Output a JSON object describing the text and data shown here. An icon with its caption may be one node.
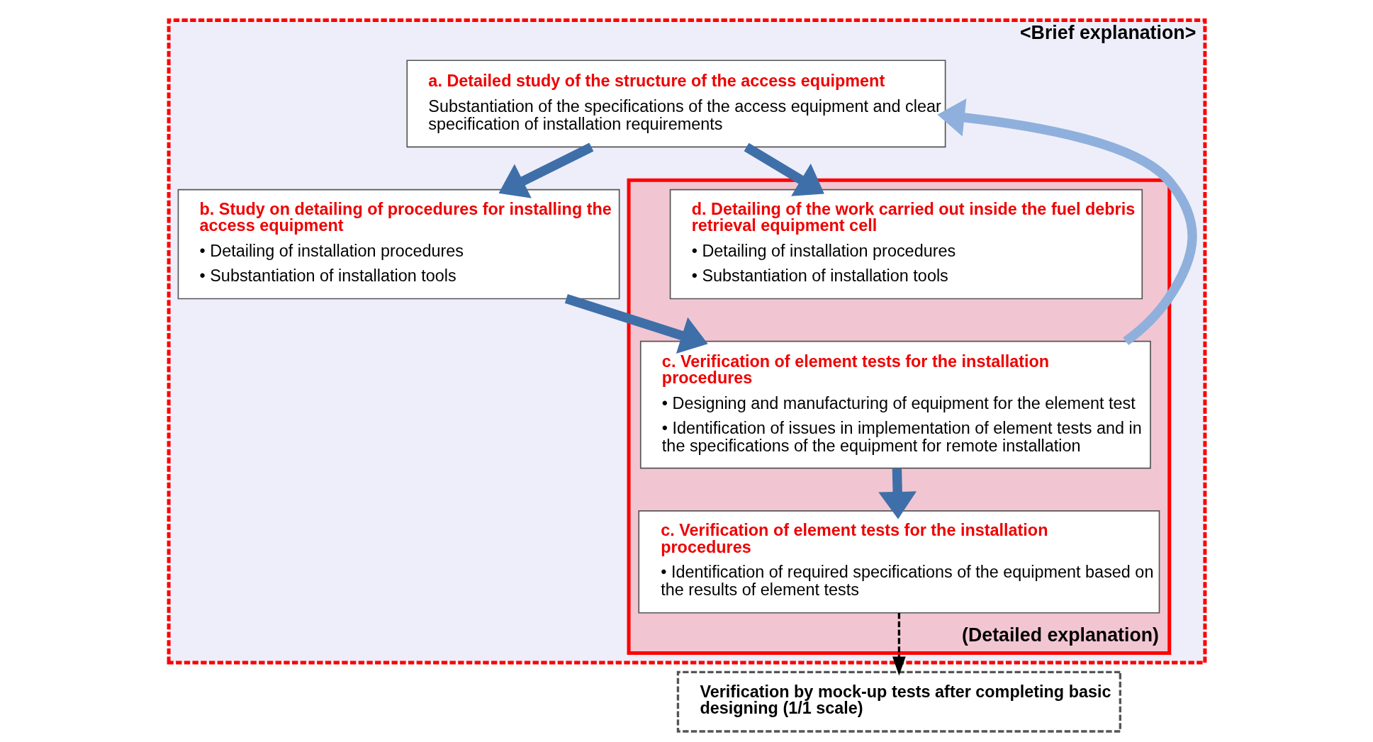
{
  "diagram": {
    "nodes": [
      {
        "text": [
          "<Brief explanation>"
        ]
      },
      {
        "text": [
          "a. Detailed study of the structure of the access equipment",
          "Substantiation of the specifications of the access equipment and clear specification of installation requirements"
        ],
        "in": 0
      },
      {
        "text": [
          "b. Study on detailing of procedures for installing the access equipment",
          "• Detailing of installation procedures",
          "• Substantiation of installation tools"
        ],
        "in": 0
      },
      {
        "text": [
          "(Detailed explanation)"
        ],
        "in": 0
      },
      {
        "text": [
          "c. Verification of element tests for the installation procedures",
          "• Designing and manufacturing of equipment for the element test",
          "• Identification of issues in implementation of element tests and in the specifications of the equipment for remote installation"
        ],
        "in": 3
      },
      {
        "text": [
          "d. Detailing of the work carried out inside the fuel debris retrieval equipment cell",
          "• Detailing of installation procedures",
          "• Substantiation of installation tools"
        ],
        "in": 3
      },
      {
        "text": [
          "c. Verification of element tests for the installation procedures",
          "• Identification of required specifications of the equipment based on the results of element tests"
        ],
        "in": 3
      },
      {
        "text": [
          "Verification by mock-up tests after completing basic designing (1/1 scale)"
        ]
      }
    ],
    "edges": [
      {
        "from": 1,
        "to": 2,
        "arrow": "to"
      },
      {
        "from": 2,
        "to": 4,
        "arrow": "to"
      },
      {
        "from": 4,
        "to": 6,
        "arrow": "to"
      },
      {
        "from": 6,
        "to": 7,
        "arrow": "to",
        "style": "dashed",
        "color": "#000000"
      },
      {
        "from": 4,
        "to": 1,
        "arrow": "to",
        "color": "#8fb0dc"
      },
      {
        "from": 1,
        "to": 5,
        "arrow": "to"
      }
    ]
  }
}
